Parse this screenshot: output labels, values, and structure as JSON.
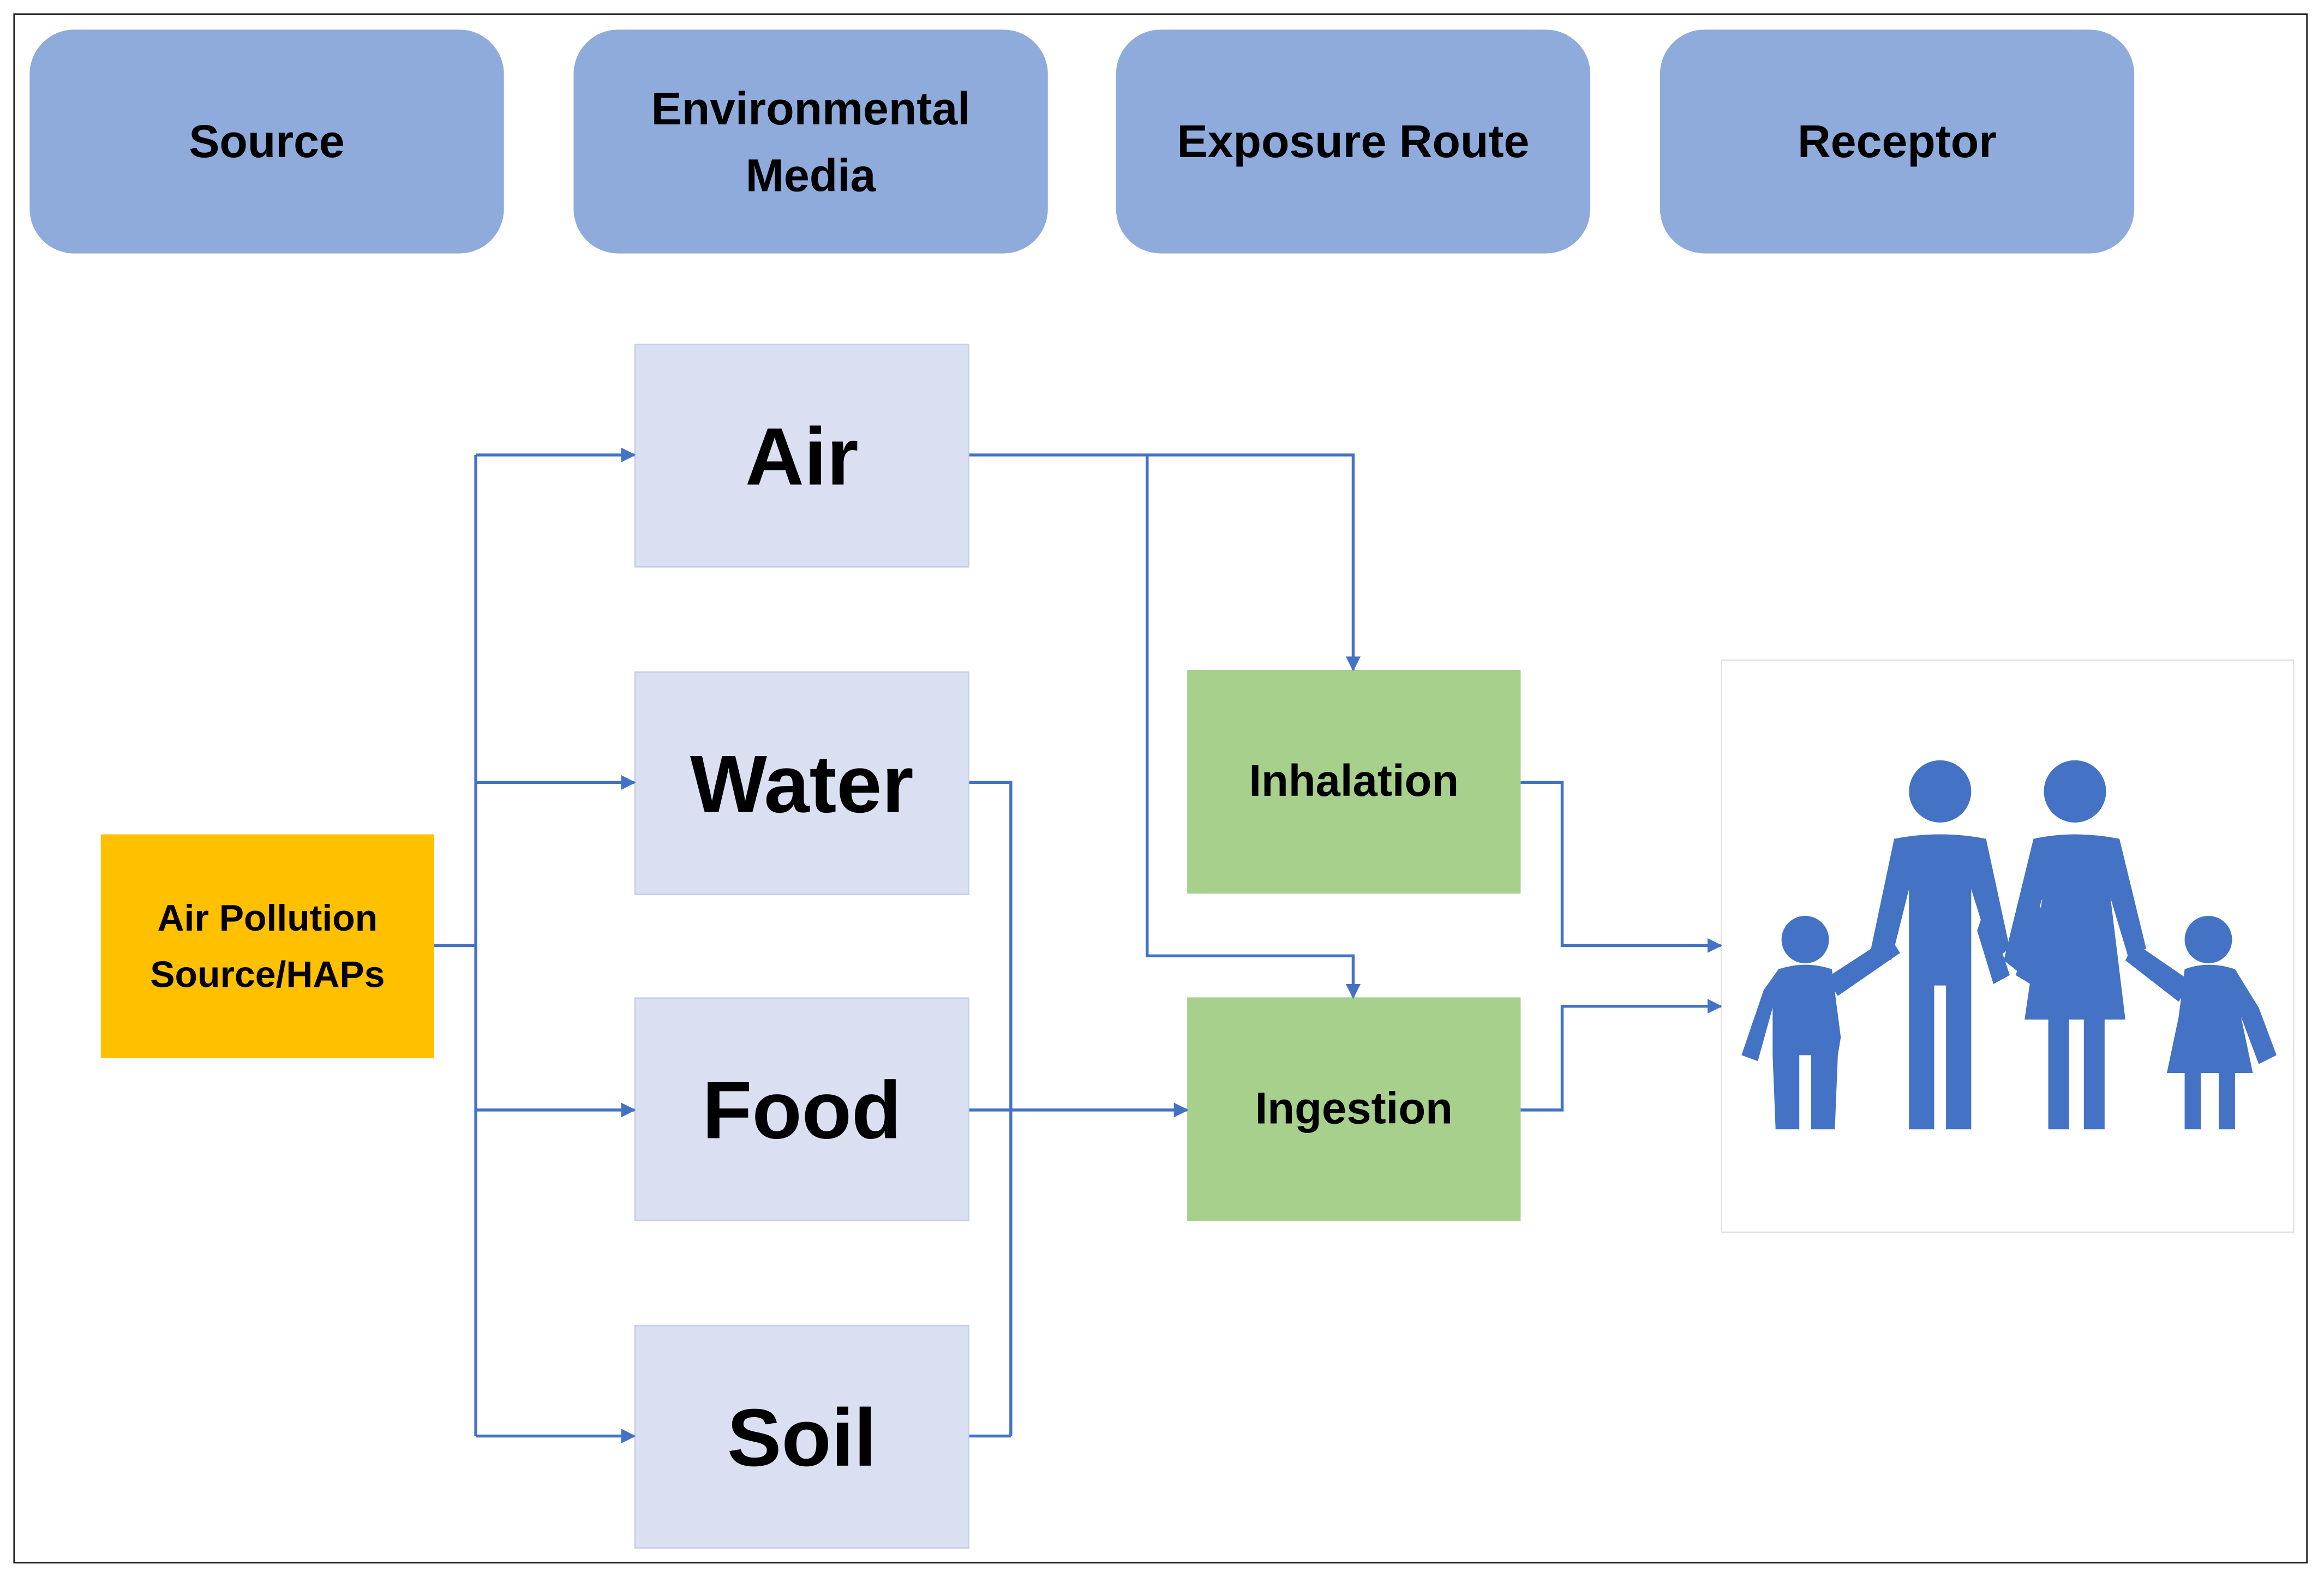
{
  "colors": {
    "header_fill": "#8fabdb",
    "media_fill": "#dae0f2",
    "route_fill": "#a7d08c",
    "source_fill": "#ffc000",
    "arrow": "#4472c4",
    "people": "#4472c4"
  },
  "headers": {
    "source": "Source",
    "environmental_media": "Environmental\nMedia",
    "exposure_route": "Exposure Route",
    "receptor": "Receptor"
  },
  "source_node": {
    "label": "Air Pollution\nSource/HAPs"
  },
  "media": {
    "air": "Air",
    "water": "Water",
    "food": "Food",
    "soil": "Soil"
  },
  "routes": {
    "inhalation": "Inhalation",
    "ingestion": "Ingestion"
  },
  "receptor_icon": "family-icon",
  "connections": [
    {
      "from": "Air Pollution Source/HAPs",
      "to": "Air"
    },
    {
      "from": "Air Pollution Source/HAPs",
      "to": "Water"
    },
    {
      "from": "Air Pollution Source/HAPs",
      "to": "Food"
    },
    {
      "from": "Air Pollution Source/HAPs",
      "to": "Soil"
    },
    {
      "from": "Air",
      "to": "Inhalation"
    },
    {
      "from": "Air",
      "to": "Ingestion"
    },
    {
      "from": "Water",
      "to": "Ingestion"
    },
    {
      "from": "Food",
      "to": "Ingestion"
    },
    {
      "from": "Soil",
      "to": "Ingestion"
    },
    {
      "from": "Inhalation",
      "to": "Receptor"
    },
    {
      "from": "Ingestion",
      "to": "Receptor"
    }
  ]
}
